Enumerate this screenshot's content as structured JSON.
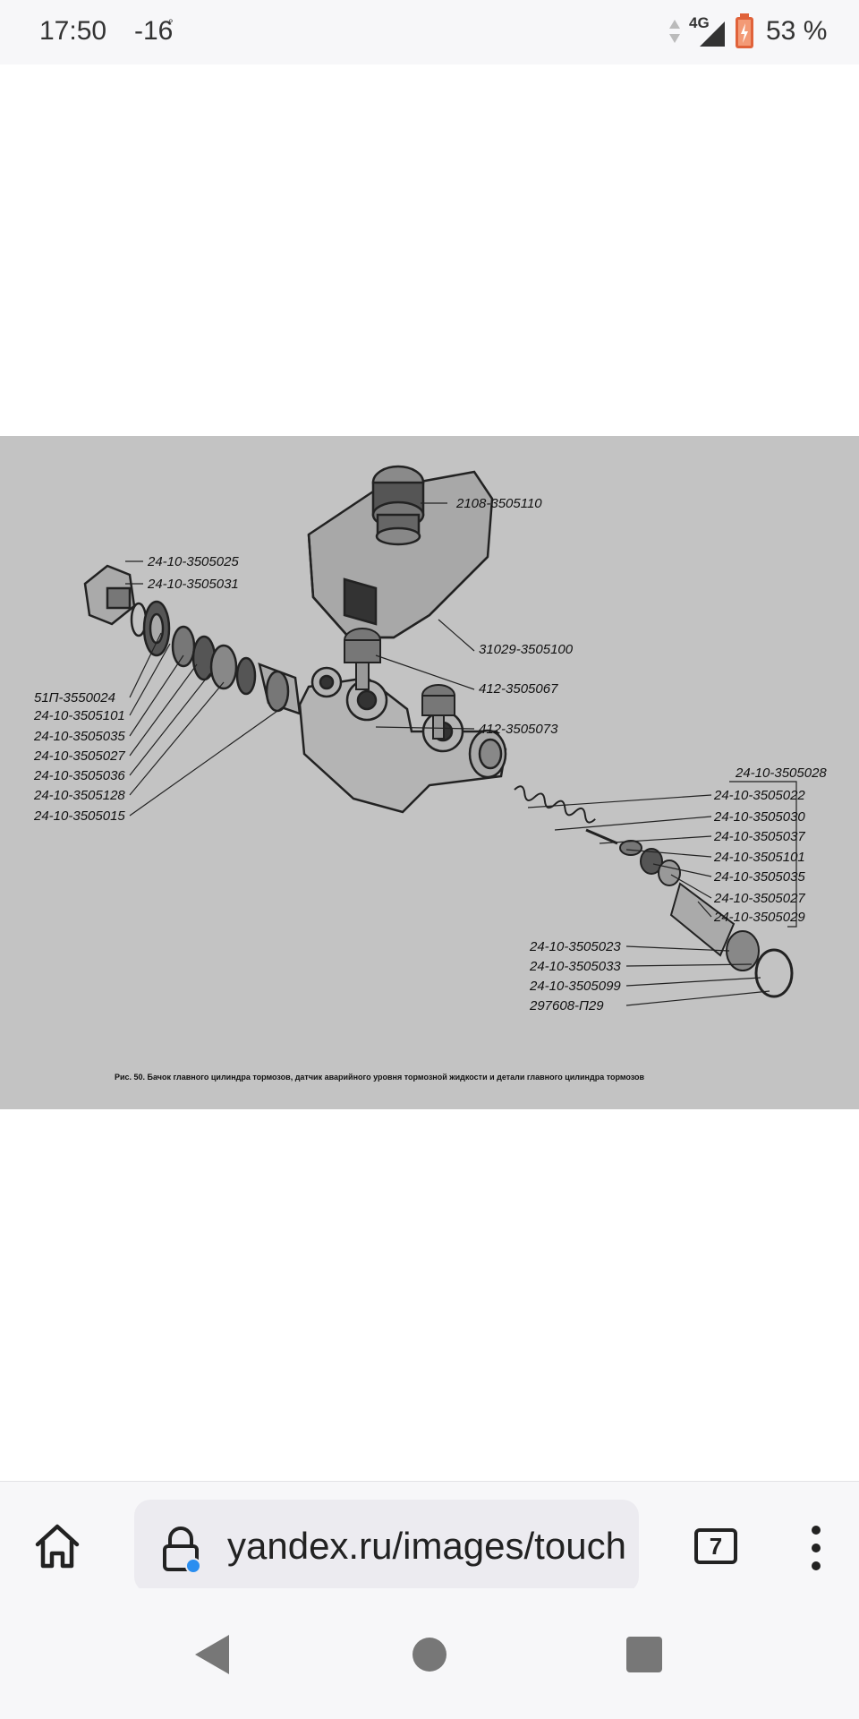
{
  "status_bar": {
    "time": "17:50",
    "temperature": "-16",
    "network": "4G",
    "battery": "53 %"
  },
  "diagram": {
    "labels": [
      "2108-3505110",
      "31029-3505100",
      "412-3505067",
      "412-3505073",
      "24-10-3505025",
      "24-10-3505031",
      "51П-3550024",
      "24-10-3505101",
      "24-10-3505035",
      "24-10-3505027",
      "24-10-3505036",
      "24-10-3505128",
      "24-10-3505015",
      "24-10-3505028",
      "24-10-3505022",
      "24-10-3505030",
      "24-10-3505037",
      "24-10-3505101",
      "24-10-3505035",
      "24-10-3505027",
      "24-10-3505029",
      "24-10-3505023",
      "24-10-3505033",
      "24-10-3505099",
      "297608-П29"
    ],
    "caption": "Рис. 50. Бачок главного цилиндра тормозов, датчик аварийного уровня тормозной жидкости и детали главного цилиндра тормозов"
  },
  "toolbar": {
    "url": "yandex.ru/images/touch",
    "tab_count": "7",
    "icons": [
      "home-icon",
      "lock-icon",
      "tabs-icon",
      "more-icon"
    ]
  },
  "navbar": {
    "icons": [
      "back-icon",
      "home-circle-icon",
      "recents-icon"
    ]
  }
}
